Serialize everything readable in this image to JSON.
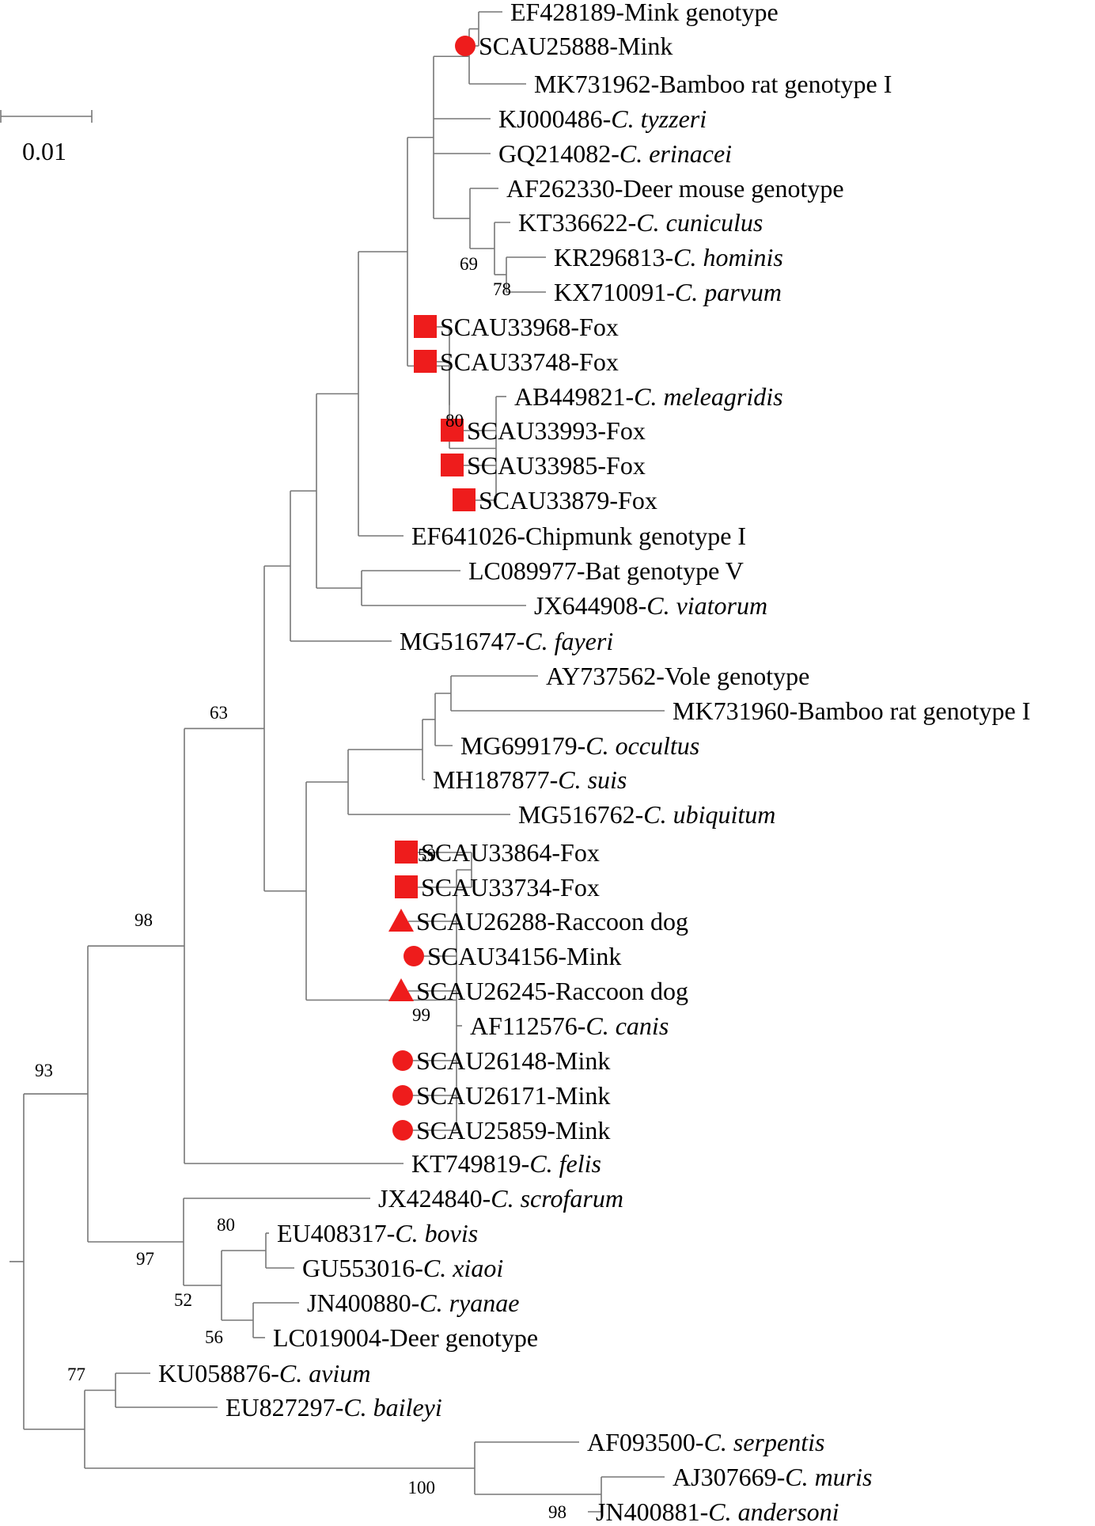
{
  "scale_bar": {
    "label": "0.01"
  },
  "marker_colors": {
    "mink": "#ee1c1c",
    "fox": "#ee1c1c",
    "raccoon_dog": "#ee1c1c"
  },
  "taxa": [
    {
      "acc": "EF428189-",
      "plain": "Mink genotype",
      "ital": "",
      "marker": ""
    },
    {
      "acc": "SCAU25888-",
      "plain": "Mink",
      "ital": "",
      "marker": "circle"
    },
    {
      "acc": "MK731962-",
      "plain": "Bamboo rat genotype I",
      "ital": "",
      "marker": ""
    },
    {
      "acc": "KJ000486-",
      "plain": "",
      "ital": "C. tyzzeri",
      "marker": ""
    },
    {
      "acc": "GQ214082-",
      "plain": "",
      "ital": "C. erinacei",
      "marker": ""
    },
    {
      "acc": "AF262330-",
      "plain": "Deer mouse genotype",
      "ital": "",
      "marker": ""
    },
    {
      "acc": "KT336622-",
      "plain": "",
      "ital": "C. cuniculus",
      "marker": ""
    },
    {
      "acc": "KR296813-",
      "plain": "",
      "ital": "C. hominis",
      "marker": ""
    },
    {
      "acc": "KX710091-",
      "plain": "",
      "ital": "C. parvum",
      "marker": ""
    },
    {
      "acc": "SCAU33968-",
      "plain": "Fox",
      "ital": "",
      "marker": "square"
    },
    {
      "acc": "SCAU33748-",
      "plain": "Fox",
      "ital": "",
      "marker": "square"
    },
    {
      "acc": "AB449821-",
      "plain": "",
      "ital": "C. meleagridis",
      "marker": ""
    },
    {
      "acc": "SCAU33993-",
      "plain": "Fox",
      "ital": "",
      "marker": "square"
    },
    {
      "acc": "SCAU33985-",
      "plain": "Fox",
      "ital": "",
      "marker": "square"
    },
    {
      "acc": "SCAU33879-",
      "plain": "Fox",
      "ital": "",
      "marker": "square"
    },
    {
      "acc": "EF641026-",
      "plain": "Chipmunk genotype I",
      "ital": "",
      "marker": ""
    },
    {
      "acc": "LC089977-",
      "plain": "Bat genotype V",
      "ital": "",
      "marker": ""
    },
    {
      "acc": "JX644908-",
      "plain": "",
      "ital": "C. viatorum",
      "marker": ""
    },
    {
      "acc": "MG516747-",
      "plain": "",
      "ital": "C. fayeri",
      "marker": ""
    },
    {
      "acc": "AY737562-",
      "plain": "Vole genotype",
      "ital": "",
      "marker": ""
    },
    {
      "acc": "MK731960-",
      "plain": "Bamboo rat genotype I",
      "ital": "",
      "marker": ""
    },
    {
      "acc": "MG699179-",
      "plain": "",
      "ital": "C. occultus",
      "marker": ""
    },
    {
      "acc": "MH187877-",
      "plain": "",
      "ital": "C. suis",
      "marker": ""
    },
    {
      "acc": "MG516762-",
      "plain": "",
      "ital": "C. ubiquitum",
      "marker": ""
    },
    {
      "acc": "SCAU33864-",
      "plain": "Fox",
      "ital": "",
      "marker": "square"
    },
    {
      "acc": "SCAU33734-",
      "plain": "Fox",
      "ital": "",
      "marker": "square"
    },
    {
      "acc": "SCAU26288-",
      "plain": "Raccoon dog",
      "ital": "",
      "marker": "triangle"
    },
    {
      "acc": "SCAU34156-",
      "plain": "Mink",
      "ital": "",
      "marker": "circle"
    },
    {
      "acc": "SCAU26245-",
      "plain": "Raccoon dog",
      "ital": "",
      "marker": "triangle"
    },
    {
      "acc": "AF112576-",
      "plain": "",
      "ital": "C. canis",
      "marker": ""
    },
    {
      "acc": "SCAU26148-",
      "plain": "Mink",
      "ital": "",
      "marker": "circle"
    },
    {
      "acc": "SCAU26171-",
      "plain": "Mink",
      "ital": "",
      "marker": "circle"
    },
    {
      "acc": "SCAU25859-",
      "plain": "Mink",
      "ital": "",
      "marker": "circle"
    },
    {
      "acc": "KT749819-",
      "plain": "",
      "ital": "C. felis",
      "marker": ""
    },
    {
      "acc": "JX424840-",
      "plain": "",
      "ital": "C. scrofarum",
      "marker": ""
    },
    {
      "acc": "EU408317-",
      "plain": "",
      "ital": "C. bovis",
      "marker": ""
    },
    {
      "acc": "GU553016-",
      "plain": "",
      "ital": "C. xiaoi",
      "marker": ""
    },
    {
      "acc": "JN400880-",
      "plain": "",
      "ital": "C. ryanae",
      "marker": ""
    },
    {
      "acc": "LC019004-",
      "plain": "Deer genotype",
      "ital": "",
      "marker": ""
    },
    {
      "acc": "KU058876-",
      "plain": "",
      "ital": "C. avium",
      "marker": ""
    },
    {
      "acc": "EU827297-",
      "plain": "",
      "ital": "C. baileyi",
      "marker": ""
    },
    {
      "acc": "AF093500-",
      "plain": "",
      "ital": "C. serpentis",
      "marker": ""
    },
    {
      "acc": "AJ307669-",
      "plain": "",
      "ital": "C. muris",
      "marker": ""
    },
    {
      "acc": "JN400881-",
      "plain": "",
      "ital": "C. andersoni",
      "marker": ""
    }
  ],
  "bootstrap": [
    "69",
    "78",
    "80",
    "63",
    "59",
    "99",
    "98",
    "93",
    "80",
    "97",
    "52",
    "56",
    "77",
    "100",
    "98"
  ]
}
